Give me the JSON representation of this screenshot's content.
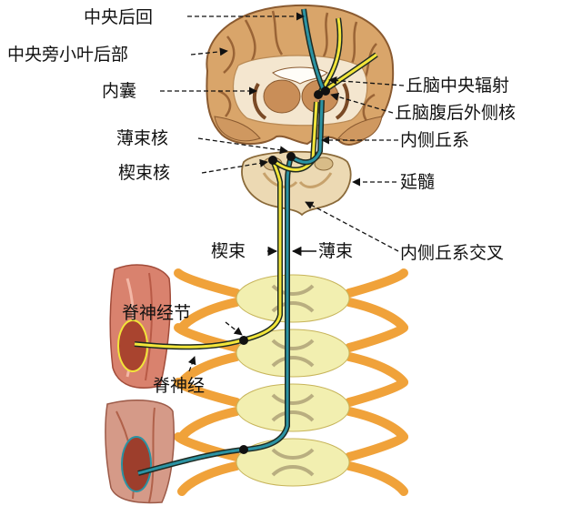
{
  "labels": {
    "postcentral_gyrus": "中央后回",
    "paracentral_lobule_posterior": "中央旁小叶后部",
    "internal_capsule": "内囊",
    "thalamocortical_radiation": "丘脑中央辐射",
    "vpl_nucleus": "丘脑腹后外侧核",
    "nucleus_gracilis": "薄束核",
    "medial_lemniscus": "内侧丘系",
    "nucleus_cuneatus": "楔束核",
    "medulla": "延髓",
    "fasciculus_cuneatus": "楔束",
    "fasciculus_gracilis": "薄束",
    "lemniscus_decussation": "内侧丘系交叉",
    "spinal_ganglion": "脊神经节",
    "spinal_nerve": "脊神经"
  },
  "colors": {
    "pathway_blue": "#2b93a3",
    "pathway_yellow": "#f2e53a",
    "brain_tissue": "#d9a56a",
    "brain_white_matter": "#f4e6cf",
    "spinal_nerve_orange": "#f0a23a",
    "spinal_cord_grey": "#f2efb0",
    "muscle_red": "#d9826e"
  }
}
